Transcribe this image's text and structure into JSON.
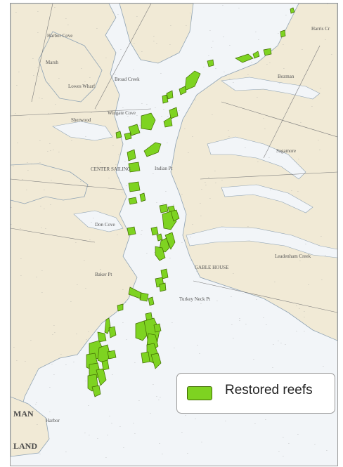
{
  "legend": {
    "label": "Restored reefs",
    "swatch_color": "#7ed321"
  },
  "colors": {
    "water": "#f2f5f8",
    "land": "#f1ead6",
    "reef": "#7ed321",
    "reef_outline": "#3f6a00"
  },
  "map_labels": [
    {
      "id": "harbor-cove",
      "text": "Harbor Cove"
    },
    {
      "id": "marsh",
      "text": "Marsh"
    },
    {
      "id": "sherwood",
      "text": "Sherwood"
    },
    {
      "id": "wingate-cove",
      "text": "Wingate Cove"
    },
    {
      "id": "indian-pt",
      "text": "Indian Pt"
    },
    {
      "id": "center-sailing",
      "text": "CENTER SAILING"
    },
    {
      "id": "don-cove",
      "text": "Don Cove"
    },
    {
      "id": "gable-house",
      "text": "GABLE HOUSE"
    },
    {
      "id": "turkey-neck-pt",
      "text": "Turkey Neck Pt"
    },
    {
      "id": "leadenham-creek",
      "text": "Leadenham Creek"
    },
    {
      "id": "bozman",
      "text": "Bozman"
    },
    {
      "id": "broad-creek",
      "text": "Broad Creek"
    },
    {
      "id": "harris-cr",
      "text": "Harris Cr"
    },
    {
      "id": "sagamore",
      "text": "Sagamore"
    },
    {
      "id": "man",
      "text": "MAN"
    },
    {
      "id": "land",
      "text": "LAND"
    },
    {
      "id": "harbor-2",
      "text": "Harbor"
    },
    {
      "id": "baker-pt",
      "text": "Baker Pt"
    },
    {
      "id": "lowes-wharf",
      "text": "Lowes Wharf"
    }
  ]
}
